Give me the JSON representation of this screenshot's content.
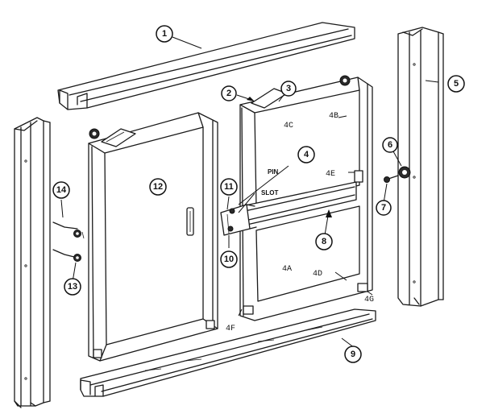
{
  "callouts": {
    "c1": "1",
    "c2": "2",
    "c3": "3",
    "c4": "4",
    "c5": "5",
    "c6": "6",
    "c7": "7",
    "c8": "8",
    "c9": "9",
    "c10": "10",
    "c11": "11",
    "c12": "12",
    "c13": "13",
    "c14": "14"
  },
  "labels": {
    "l4a": "4A",
    "l4b": "4B",
    "l4c": "4C",
    "l4d": "4D",
    "l4e": "4E",
    "l4f": "4F",
    "l4g": "4G",
    "pin": "PIN",
    "slot": "SLOT"
  }
}
